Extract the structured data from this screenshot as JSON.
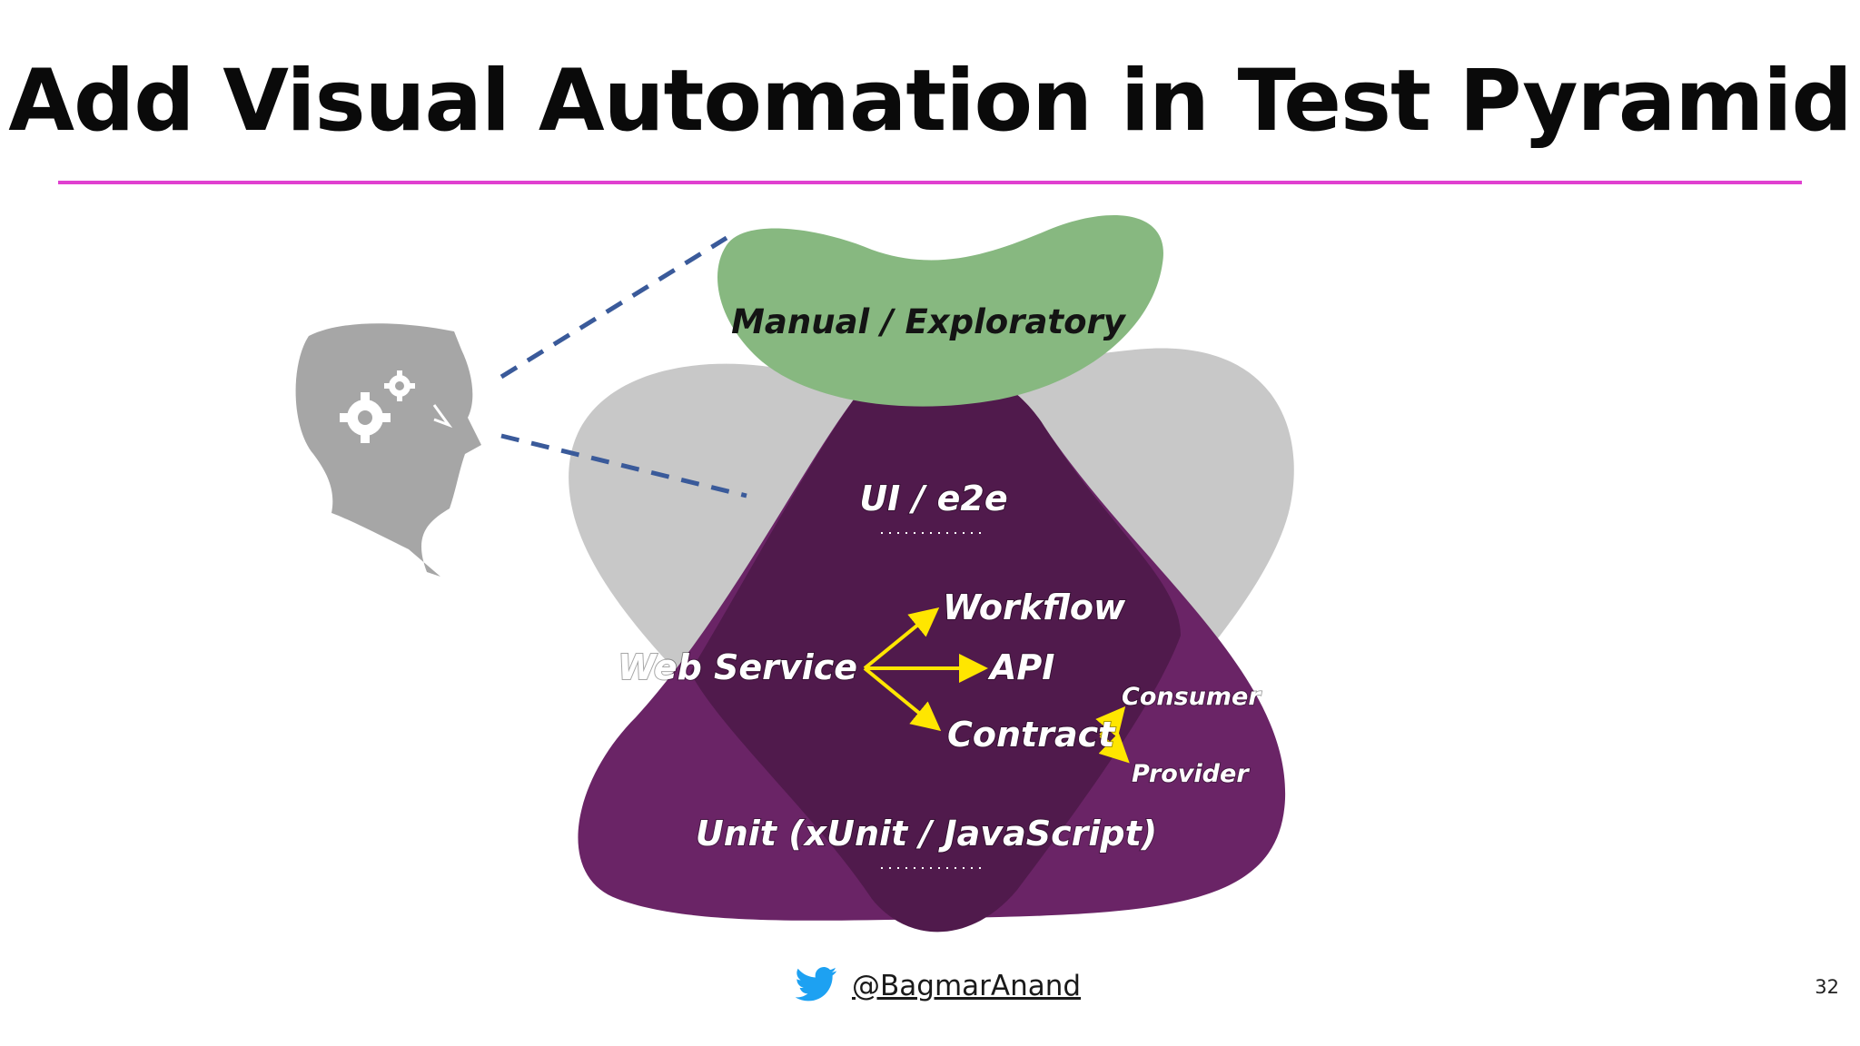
{
  "slide": {
    "title": "Add Visual Automation in Test Pyramid",
    "page_number": "32",
    "accent_color": "#e040d0"
  },
  "diagram": {
    "labels": {
      "manual": "Manual / Exploratory",
      "ui": "UI / e2e",
      "web_service": "Web Service",
      "workflow": "Workflow",
      "api": "API",
      "contract": "Contract",
      "consumer": "Consumer",
      "provider": "Provider",
      "unit": "Unit (xUnit / JavaScript)"
    },
    "colors": {
      "manual_blob": "#87b880",
      "gray_blob": "#c8c8c8",
      "purple_blob": "#6a2466",
      "dark_triangle": "#501a4c",
      "arrow": "#ffe600",
      "dashed_line": "#3a5a9a",
      "head": "#a6a6a6"
    },
    "icons": [
      "head-with-gears-icon",
      "gear-icon"
    ]
  },
  "footer": {
    "twitter_handle": "@BagmarAnand",
    "icon": "twitter-bird-icon",
    "icon_color": "#1da1f2"
  }
}
